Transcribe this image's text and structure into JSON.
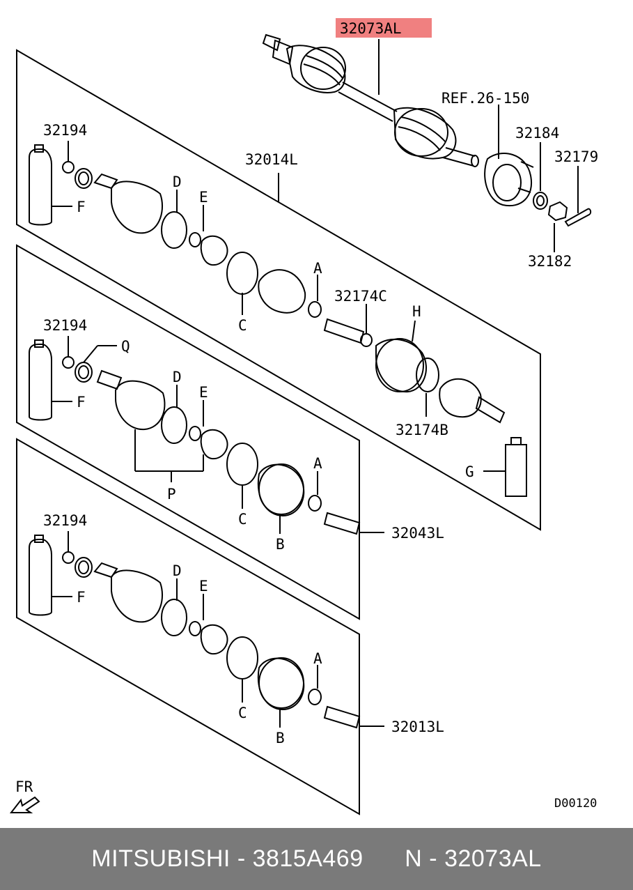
{
  "diagram": {
    "highlight_part": "32073AL",
    "highlight_color": "#f08080",
    "labels": {
      "ref": "REF.26-150",
      "p32184": "32184",
      "p32179": "32179",
      "p32182": "32182",
      "p32014L": "32014L",
      "p32174C": "32174C",
      "p32174B": "32174B",
      "p32043L": "32043L",
      "p32013L": "32013L",
      "p32194": "32194",
      "A": "A",
      "B": "B",
      "C": "C",
      "D": "D",
      "E": "E",
      "F": "F",
      "G": "G",
      "H": "H",
      "P": "P",
      "Q": "Q",
      "fr": "FR",
      "code": "D00120"
    }
  },
  "footer": {
    "text": "MITSUBISHI - 3815A469      N - 32073AL",
    "bg_color": "#7a7a7a"
  }
}
